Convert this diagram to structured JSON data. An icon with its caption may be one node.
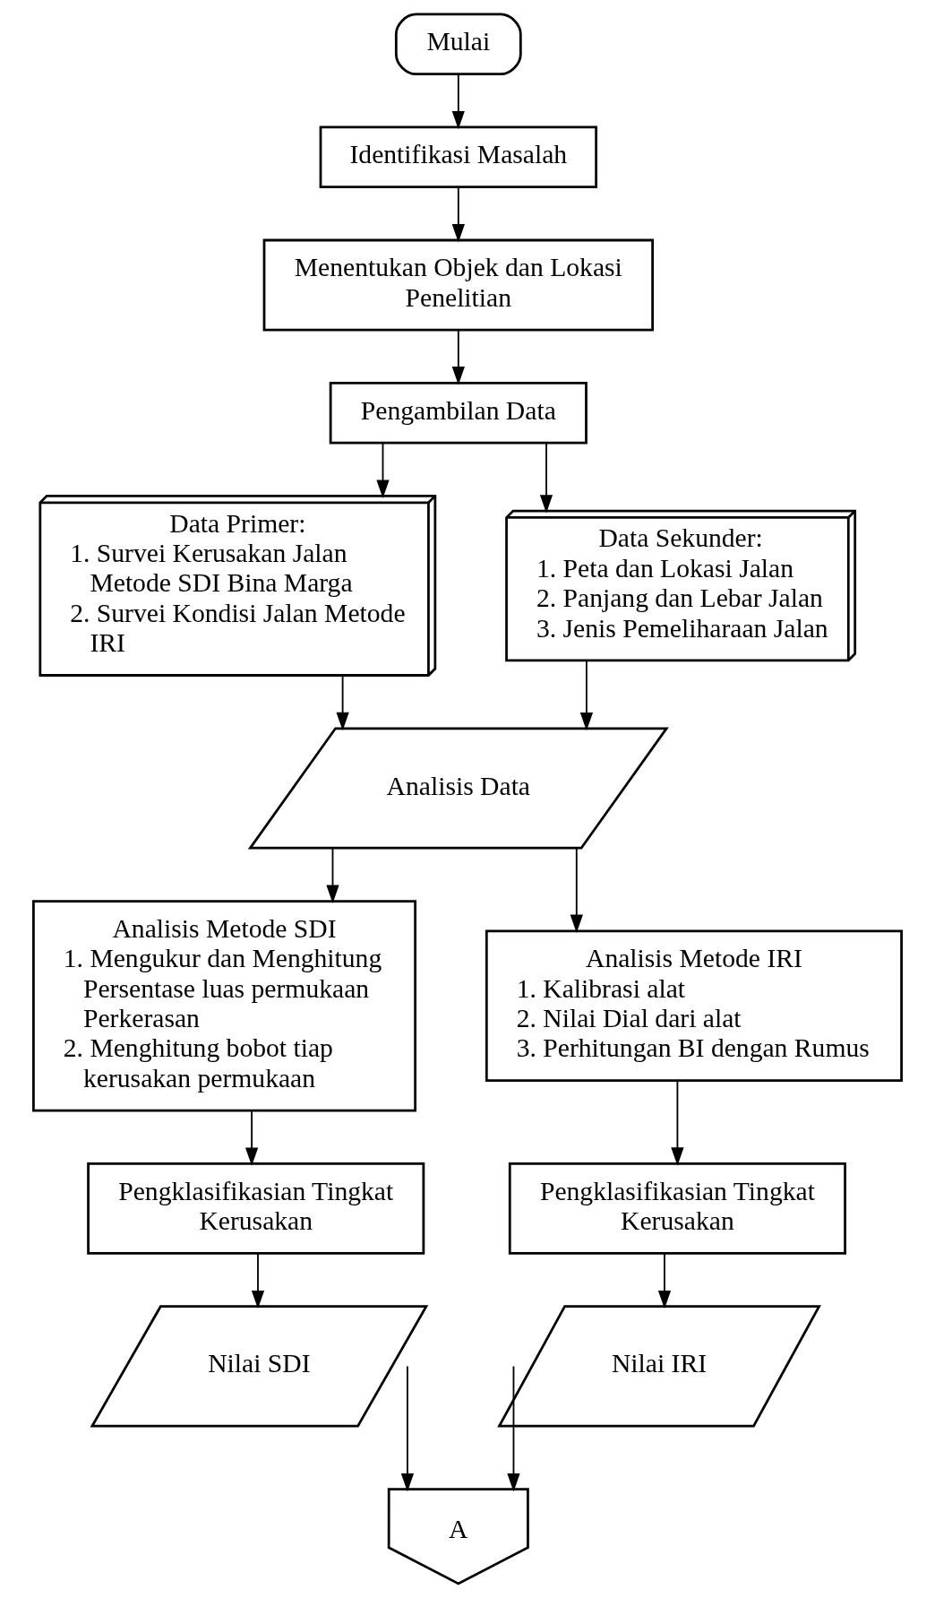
{
  "diagram": {
    "nodes": [
      {
        "text": [
          "Mulai"
        ]
      },
      {
        "text": [
          "Identifikasi Masalah"
        ]
      },
      {
        "text": [
          "Menentukan Objek dan Lokasi Penelitian"
        ]
      },
      {
        "text": [
          "Pengambilan Data"
        ]
      },
      {
        "text": [
          "Data Primer:",
          "1. Survei Kerusakan Jalan Metode SDI Bina Marga",
          "2. Survei Kondisi Jalan Metode IRI"
        ]
      },
      {
        "text": [
          "Data Sekunder:",
          "1. Peta dan Lokasi Jalan",
          "2. Panjang dan Lebar Jalan",
          "3. Jenis Pemeliharaan Jalan"
        ]
      },
      {
        "text": [
          "Analisis Data"
        ]
      },
      {
        "text": [
          "Analisis Metode SDI",
          "1. Mengukur dan Menghitung Persentase luas permukaan Perkerasan",
          "2. Menghitung bobot tiap kerusakan permukaan"
        ]
      },
      {
        "text": [
          "Analisis Metode IRI",
          "1. Kalibrasi alat",
          "2. Nilai Dial dari alat",
          "3. Perhitungan BI dengan Rumus"
        ]
      },
      {
        "text": [
          "Pengklasifikasian Tingkat Kerusakan"
        ]
      },
      {
        "text": [
          "Pengklasifikasian Tingkat Kerusakan"
        ]
      },
      {
        "text": [
          "Nilai SDI"
        ]
      },
      {
        "text": [
          "Nilai IRI"
        ]
      },
      {
        "text": [
          "A"
        ]
      }
    ],
    "edges": [
      {
        "from": 0,
        "to": 1,
        "arrow": "to"
      },
      {
        "from": 1,
        "to": 2,
        "arrow": "to"
      },
      {
        "from": 2,
        "to": 3,
        "arrow": "to"
      },
      {
        "from": 3,
        "to": 4,
        "arrow": "to"
      },
      {
        "from": 3,
        "to": 5,
        "arrow": "to"
      },
      {
        "from": 4,
        "to": 6,
        "arrow": "to"
      },
      {
        "from": 5,
        "to": 6,
        "arrow": "to"
      },
      {
        "from": 6,
        "to": 7,
        "arrow": "to"
      },
      {
        "from": 6,
        "to": 8,
        "arrow": "to"
      },
      {
        "from": 7,
        "to": 9,
        "arrow": "to"
      },
      {
        "from": 8,
        "to": 10,
        "arrow": "to"
      },
      {
        "from": 9,
        "to": 11,
        "arrow": "to"
      },
      {
        "from": 10,
        "to": 12,
        "arrow": "to"
      },
      {
        "from": 11,
        "to": 13,
        "arrow": "to"
      },
      {
        "from": 12,
        "to": 13,
        "arrow": "to"
      }
    ]
  }
}
